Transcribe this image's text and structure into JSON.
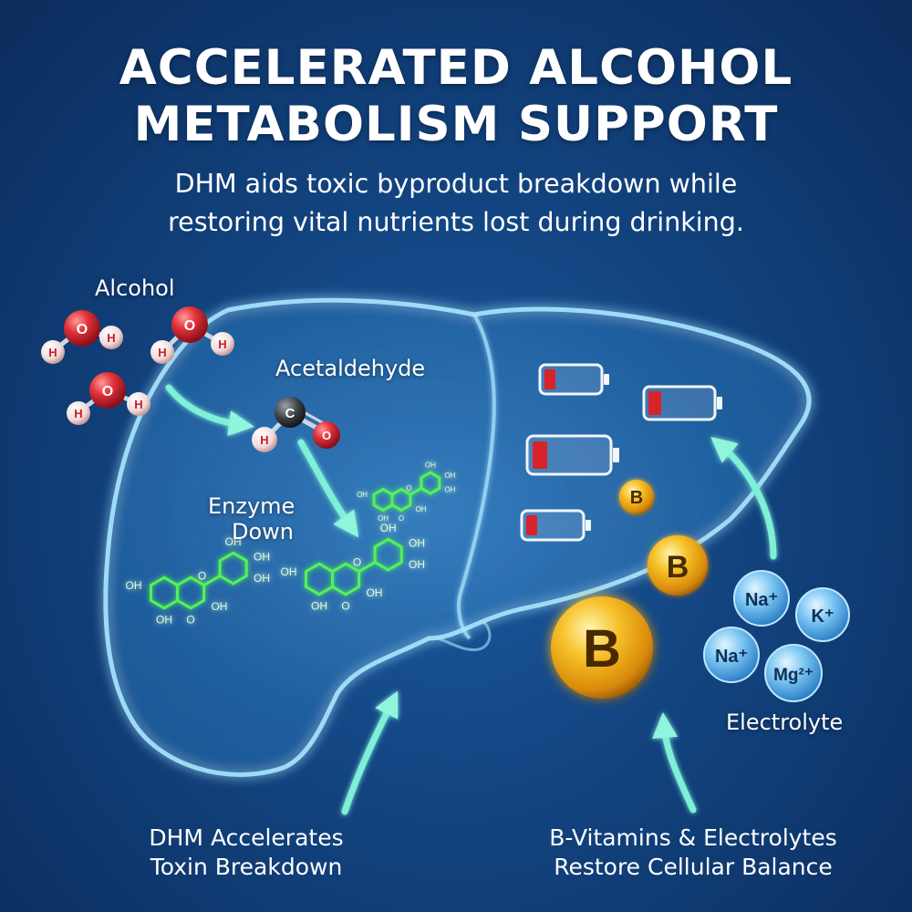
{
  "title": {
    "line1": "ACCELERATED ALCOHOL",
    "line2": "METABOLISM SUPPORT"
  },
  "subtitle": {
    "line1": "DHM aids toxic byproduct breakdown while",
    "line2": "restoring vital nutrients lost during drinking."
  },
  "labels": {
    "alcohol": "Alcohol",
    "acetaldehyde": "Acetaldehyde",
    "enzyme_line1": "Enzyme",
    "enzyme_line2": "Down",
    "electrolyte": "Electrolyte"
  },
  "captions": {
    "left_line1": "DHM Accelerates",
    "left_line2": "Toxin Breakdown",
    "right_line1": "B-Vitamins & Electrolytes",
    "right_line2": "Restore Cellular Balance"
  },
  "atoms": {
    "oxygen": "O",
    "hydrogen": "H",
    "carbon": "C"
  },
  "molecule_groups": {
    "hydroxyl": "OH",
    "ring_oxygen": "O"
  },
  "vitamin": "B",
  "ions": {
    "sodium_1": "Na⁺",
    "potassium": "K⁺",
    "sodium_2": "Na⁺",
    "magnesium": "Mg²⁺"
  },
  "colors": {
    "background": "#12437f",
    "alcohol_red": "#e2323a",
    "molecule_green": "#52f25a",
    "vitamin_gold": "#f4b414",
    "ion_blue": "#5fb4ee",
    "arrow_teal": "#7ff0d8",
    "battery_low": "#d8232a"
  }
}
